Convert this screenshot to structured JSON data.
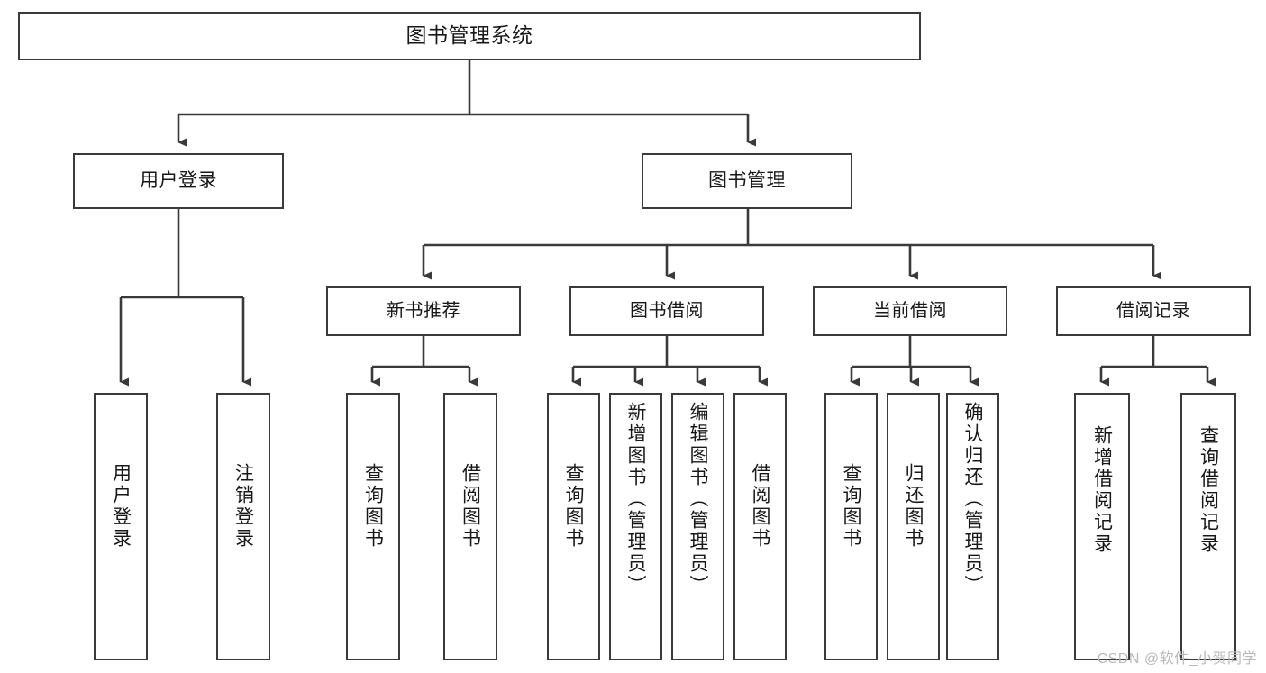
{
  "diagram": {
    "title": "图书管理系统",
    "watermark": "CSDN @软件_小贺同学",
    "colors": {
      "box_border": "#3a3a3a",
      "connector": "#3a3a3a",
      "background": "#ffffff",
      "text": "#181818",
      "watermark": "#b9b9b9"
    }
  },
  "nodes": {
    "root": {
      "label": "图书管理系统"
    },
    "level2": [
      {
        "label": "用户登录"
      },
      {
        "label": "图书管理"
      }
    ],
    "level3": [
      {
        "label": "新书推荐"
      },
      {
        "label": "图书借阅"
      },
      {
        "label": "当前借阅"
      },
      {
        "label": "借阅记录"
      }
    ],
    "leaves": {
      "user_login": [
        {
          "label": "用户登录"
        },
        {
          "label": "注销登录"
        }
      ],
      "new_book": [
        {
          "label": "查询图书"
        },
        {
          "label": "借阅图书"
        }
      ],
      "book_borrow": [
        {
          "label": "查询图书"
        },
        {
          "label": "新增图书（管理员）"
        },
        {
          "label": "编辑图书（管理员）"
        },
        {
          "label": "借阅图书"
        }
      ],
      "current_borrow": [
        {
          "label": "查询图书"
        },
        {
          "label": "归还图书"
        },
        {
          "label": "确认归还（管理员）"
        }
      ],
      "borrow_record": [
        {
          "label": "新增借阅记录"
        },
        {
          "label": "查询借阅记录"
        }
      ]
    }
  }
}
